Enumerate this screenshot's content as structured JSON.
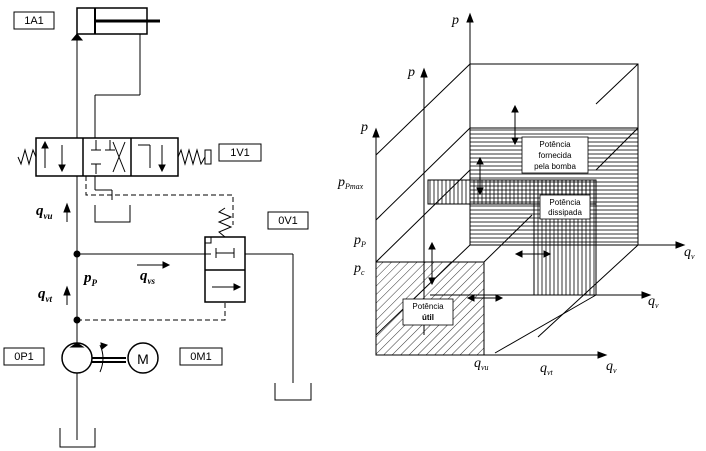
{
  "circuit": {
    "cylinder_tag": "1A1",
    "valve_tag": "1V1",
    "relief_tag": "0V1",
    "pump_tag": "0P1",
    "motor_tag": "0M1",
    "motor_symbol": "M",
    "flow_useful": {
      "sym": "q",
      "sub": "vu"
    },
    "flow_total": {
      "sym": "q",
      "sub": "vt"
    },
    "flow_relief": {
      "sym": "q",
      "sub": "vs"
    },
    "pressure_pump": {
      "sym": "p",
      "sub": "P"
    }
  },
  "graph": {
    "p_axis_back": "p",
    "p_axis_mid": "p",
    "p_axis_front": "p",
    "q_axis_back": {
      "sym": "q",
      "sub": "v"
    },
    "q_axis_mid": {
      "sym": "q",
      "sub": "v"
    },
    "q_axis_front": {
      "sym": "q",
      "sub": "v"
    },
    "p_max": {
      "sym": "p",
      "sub": "Pmax"
    },
    "p_p": {
      "sym": "p",
      "sub": "P"
    },
    "p_c": {
      "sym": "p",
      "sub": "c"
    },
    "q_vu": {
      "sym": "q",
      "sub": "vu"
    },
    "q_vt": {
      "sym": "q",
      "sub": "vt"
    },
    "box_pump_power": [
      "Potência",
      "fornecida",
      "pela bomba"
    ],
    "box_dissipated": [
      "Potência",
      "dissipada"
    ],
    "box_useful": [
      "Potência",
      "útil"
    ]
  }
}
